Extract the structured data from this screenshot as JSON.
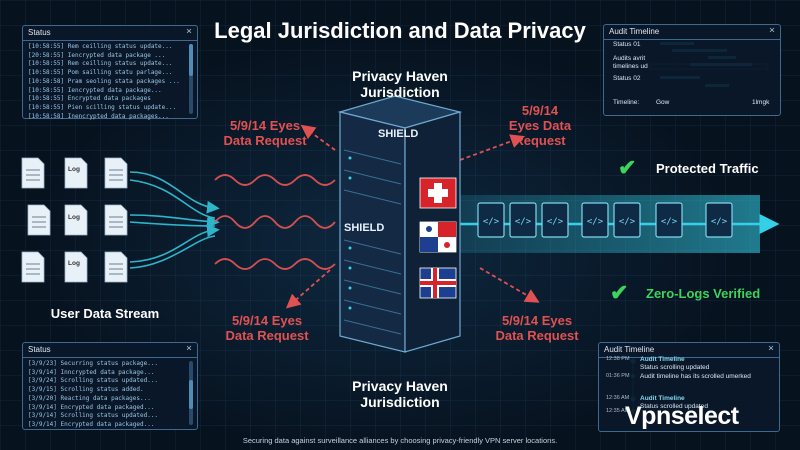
{
  "title": "Legal Jurisdiction and Data Privacy",
  "caption": "Securing data against surveillance alliances by choosing privacy-friendly VPN server locations.",
  "brand": "Vpnselect",
  "status_panel_top": {
    "title": "Status",
    "close": "×",
    "lines": [
      "[10:58:55] Rem ceilling status update...",
      "[20:58:55] Iencrypted data package ...",
      "[10:58:55] Rem ceilling status update...",
      "[10:58:55] Pom sailling statu parlage...",
      "[10:58:58] Pram seoling stata packages ...",
      "[10:58:55] Iencrypted data package...",
      "[10:58:55] Encrypted data packages",
      "[10:58:55] Pien scilling status update...",
      "[10:58:58] Inencrypted data packages..."
    ]
  },
  "status_panel_bottom": {
    "title": "Status",
    "close": "×",
    "lines": [
      "[3/9/23] Securring status package...",
      "[3/9/14] Inncrypted data package...",
      "[3/9/24] Scrolling status updated...",
      "[3/9/15] Scrolling status added.",
      "[3/9/20] Reacting data packages...",
      "[3/9/14] Encrypted data packaged...",
      "[3/9/14] Scrolling status updated...",
      "[3/9/14] Encrypted data packaged..."
    ]
  },
  "audit_top": {
    "title": "Audit Timeline",
    "close": "×",
    "row1": "Status 01",
    "row2": "Audits avrit timelines ud",
    "row3": "Status 02",
    "footer_left": "Timeline:",
    "footer_mid": "Gow",
    "footer_right": "1lmgk"
  },
  "audit_bottom": {
    "title": "Audit Timeline",
    "close": "×",
    "entries": [
      {
        "time": "12:38 PM",
        "title": "Audit Timeline",
        "text": ""
      },
      {
        "time": "01:36 PM",
        "title": "",
        "text": "Status scrolling updated"
      },
      {
        "time": "",
        "title": "",
        "text": "Audit timeline has its scrolled umerked"
      },
      {
        "time": "12:36 AM",
        "title": "Audit Timeline",
        "text": ""
      },
      {
        "time": "12:35 AM",
        "title": "",
        "text": "Status scrolled updated"
      }
    ]
  },
  "labels": {
    "privacy_haven_top": "Privacy Haven\nJurisdiction",
    "privacy_haven_bottom": "Privacy Haven\nJurisdiction",
    "eyes_top_left": "5/9/14 Eyes\nData Request",
    "eyes_top_right": "5/9/14\nEyes Data\nRequest",
    "eyes_bottom_left": "5/9/14 Eyes\nData Request",
    "eyes_bottom_right": "5/9/14 Eyes\nData Request",
    "user_data_stream": "User Data Stream",
    "protected_traffic": "Protected Traffic",
    "zero_logs": "Zero-Logs Verified",
    "shield_top": "SHIELD",
    "shield_mid": "SHIELD",
    "log_doc": "Log",
    "check_icon": "✔"
  },
  "colors": {
    "accent_cyan": "#35d0e8",
    "threat_red": "#e05252",
    "verified_green": "#3dd35c"
  }
}
